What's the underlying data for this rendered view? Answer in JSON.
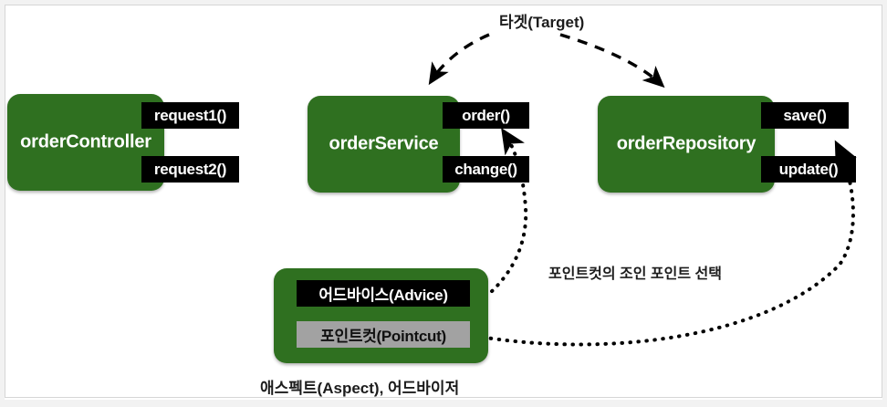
{
  "diagram": {
    "title_top": "타겟(Target)",
    "note_pointcut": "포인트컷의 조인 포인트 선택",
    "caption_aspect": "애스펙트(Aspect), 어드바이저",
    "colors": {
      "node_green": "#2f7020",
      "chip_black": "#000000",
      "chip_gray": "#a2a2a2",
      "text_white": "#ffffff",
      "text_dark": "#1c1c1c",
      "frame_gray": "#d6d6d6",
      "canvas_white": "#ffffff"
    }
  },
  "nodes": [
    {
      "id": "order-controller",
      "label": "orderController",
      "methods": [
        {
          "label": "request1()"
        },
        {
          "label": "request2()"
        }
      ]
    },
    {
      "id": "order-service",
      "label": "orderService",
      "methods": [
        {
          "label": "order()"
        },
        {
          "label": "change()"
        }
      ]
    },
    {
      "id": "order-repository",
      "label": "orderRepository",
      "methods": [
        {
          "label": "save()"
        },
        {
          "label": "update()"
        }
      ]
    }
  ],
  "aspect": {
    "advice_label": "어드바이스(Advice)",
    "pointcut_label": "포인트컷(Pointcut)"
  },
  "connectors": [
    {
      "id": "target-to-order-service",
      "kind": "dashed",
      "from": "타겟(Target)",
      "to": "orderService"
    },
    {
      "id": "target-to-order-repository",
      "kind": "dashed",
      "from": "타겟(Target)",
      "to": "orderRepository"
    },
    {
      "id": "pointcut-to-order",
      "kind": "dotted",
      "from": "포인트컷(Pointcut)",
      "to": "order()"
    },
    {
      "id": "pointcut-to-save",
      "kind": "dotted",
      "from": "포인트컷(Pointcut)",
      "to": "save()"
    }
  ]
}
